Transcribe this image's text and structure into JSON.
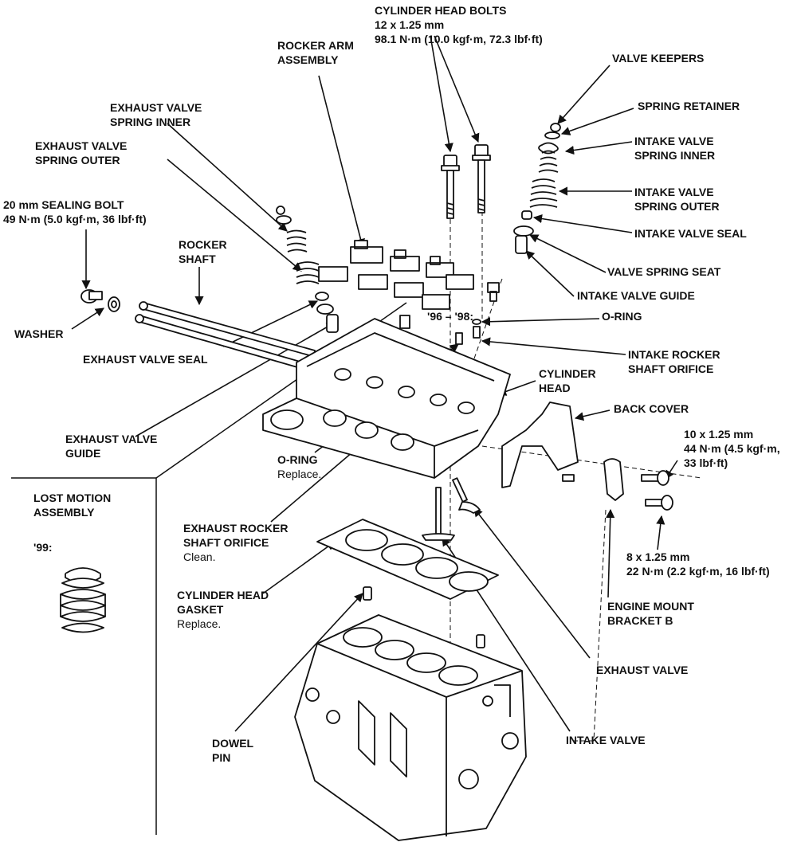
{
  "labels": {
    "cylinder_head_bolts": "CYLINDER HEAD BOLTS\n12 x 1.25 mm\n98.1 N·m (10.0 kgf·m, 72.3 lbf·ft)",
    "rocker_arm_assembly": "ROCKER ARM\nASSEMBLY",
    "valve_keepers": "VALVE KEEPERS",
    "spring_retainer": "SPRING RETAINER",
    "intake_valve_spring_inner": "INTAKE VALVE\nSPRING INNER",
    "intake_valve_spring_outer": "INTAKE VALVE\nSPRING OUTER",
    "intake_valve_seal": "INTAKE VALVE SEAL",
    "valve_spring_seat": "VALVE SPRING SEAT",
    "intake_valve_guide": "INTAKE VALVE GUIDE",
    "o_ring_top": "O-RING",
    "intake_rocker_shaft_orifice": "INTAKE ROCKER\nSHAFT ORIFICE",
    "cylinder_head": "CYLINDER\nHEAD",
    "back_cover": "BACK COVER",
    "bolt_10mm_spec": "10 x 1.25 mm\n44 N·m (4.5 kgf·m,\n33 lbf·ft)",
    "bolt_8mm_spec": "8 x 1.25 mm\n22 N·m (2.2 kgf·m, 16 lbf·ft)",
    "engine_mount_bracket_b": "ENGINE MOUNT\nBRACKET B",
    "exhaust_valve": "EXHAUST VALVE",
    "intake_valve": "INTAKE VALVE",
    "exhaust_valve_spring_inner": "EXHAUST VALVE\nSPRING INNER",
    "exhaust_valve_spring_outer": "EXHAUST VALVE\nSPRING OUTER",
    "sealing_bolt": "20 mm SEALING BOLT\n49 N·m (5.0 kgf·m, 36 lbf·ft)",
    "rocker_shaft": "ROCKER\nSHAFT",
    "washer": "WASHER",
    "exhaust_valve_seal": "EXHAUST VALVE SEAL",
    "years_96_98": "'96 – '98:",
    "exhaust_valve_guide": "EXHAUST VALVE\nGUIDE",
    "o_ring_bottom": "O-RING",
    "o_ring_bottom_note": "Replace.",
    "lost_motion_assembly": "LOST MOTION\nASSEMBLY",
    "year_99": "'99:",
    "exhaust_rocker_shaft_orifice": "EXHAUST ROCKER\nSHAFT ORIFICE",
    "exhaust_rocker_shaft_orifice_note": "Clean.",
    "cylinder_head_gasket": "CYLINDER HEAD\nGASKET",
    "cylinder_head_gasket_note": "Replace.",
    "dowel_pin": "DOWEL\nPIN"
  }
}
